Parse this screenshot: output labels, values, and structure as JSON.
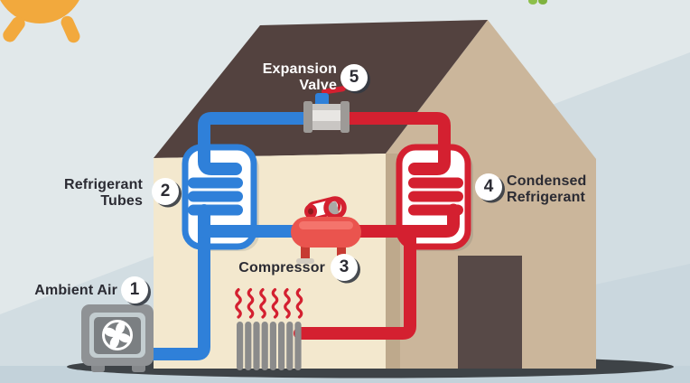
{
  "labels": {
    "ambient_air": {
      "number": "1",
      "text": "Ambient Air"
    },
    "refrigerant_tubes": {
      "number": "2",
      "line1": "Refrigerant",
      "line2": "Tubes"
    },
    "compressor": {
      "number": "3",
      "text": "Compressor"
    },
    "condensed_refrigerant": {
      "number": "4",
      "line1": "Condensed",
      "line2": "Refrigerant"
    },
    "expansion_valve": {
      "number": "5",
      "line1": "Expansion",
      "line2": "Valve"
    }
  },
  "colors": {
    "cold_pipe": "#2f80d9",
    "hot_pipe": "#d42030",
    "roof": "#53423f",
    "front_wall": "#f3e8ce",
    "side_wall": "#cbb69b",
    "wall_edge": "#bea98c",
    "door": "#574947",
    "sun": "#f2a93d",
    "ground_shadow": "#3e4347",
    "unit_gray": "#8f9295",
    "radiator_gray": "#8b8b8b"
  },
  "icons": [
    {
      "name": "sun-icon",
      "shape": "orange disc with rounded rays"
    },
    {
      "name": "fan-icon",
      "shape": "white pinwheel fan in ring"
    },
    {
      "name": "expansion-valve-icon",
      "shape": "gray valve body with blue/red lever"
    },
    {
      "name": "compressor-icon",
      "shape": "red tank with motor"
    },
    {
      "name": "radiator-icon",
      "shape": "gray finned radiator"
    },
    {
      "name": "heat-waves-icon",
      "shape": "red wavy heat lines"
    },
    {
      "name": "evaporator-coil",
      "shape": "white box with blue tube coil"
    },
    {
      "name": "condenser-coil",
      "shape": "white box with red tube coil"
    }
  ]
}
